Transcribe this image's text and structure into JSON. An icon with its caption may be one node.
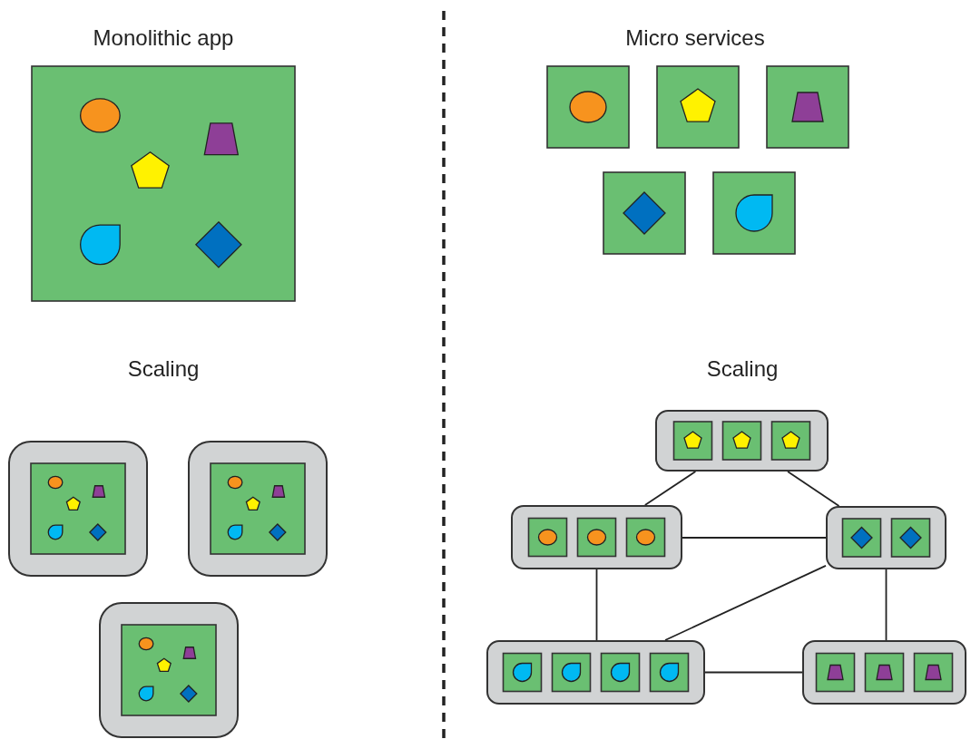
{
  "diagram": {
    "nodes": [
      {
        "text": [],
        "shape": "box"
      },
      {
        "text": [],
        "shape": "box"
      },
      {
        "text": [],
        "shape": "box"
      },
      {
        "text": [],
        "shape": "box"
      },
      {
        "text": [],
        "shape": "box"
      }
    ],
    "edges": [
      {
        "from": 0,
        "to": 1,
        "arrow": "none"
      },
      {
        "from": 0,
        "to": 2,
        "arrow": "none"
      },
      {
        "from": 1,
        "to": 2,
        "arrow": "none"
      },
      {
        "from": 1,
        "to": 3,
        "arrow": "none"
      },
      {
        "from": 2,
        "to": 3,
        "arrow": "none"
      },
      {
        "from": 2,
        "to": 4,
        "arrow": "none"
      },
      {
        "from": 3,
        "to": 4,
        "arrow": "none"
      }
    ],
    "labels": [
      "Monolithic app",
      "Micro services",
      "Scaling",
      "Scaling"
    ]
  }
}
